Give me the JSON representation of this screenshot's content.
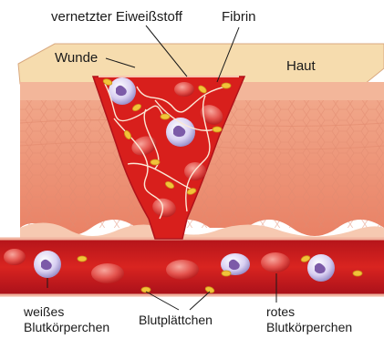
{
  "labels": {
    "crosslinked_protein": "vernetzter Eiweißstoff",
    "fibrin": "Fibrin",
    "wound": "Wunde",
    "skin": "Haut",
    "white_blood_cells": [
      "weißes",
      "Blutkörperchen"
    ],
    "platelets": "Blutplättchen",
    "red_blood_cells": [
      "rotes",
      "Blutkörperchen"
    ]
  },
  "colors": {
    "background": "#ffffff",
    "skin_top": "#f6dcae",
    "skin_layer": "#f3b69a",
    "dermis": "#ee9377",
    "blood": "#d81f1c",
    "red_cell": "#e4554f",
    "white_cell": "#c9bde8",
    "platelet": "#f2c33a",
    "fibrin_strand": "#fbe8d6"
  }
}
